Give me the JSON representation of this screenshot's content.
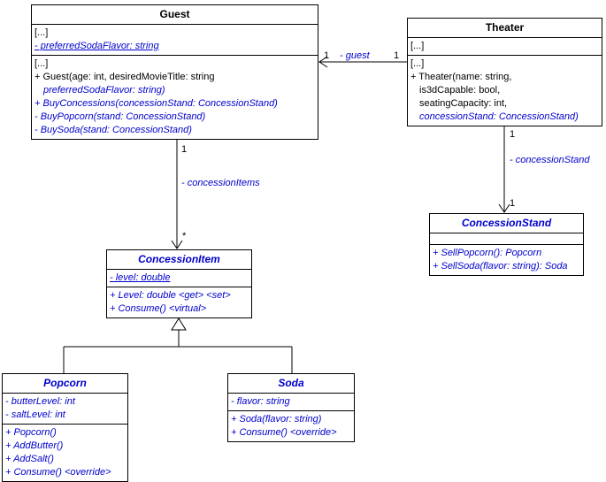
{
  "colors": {
    "accent_blue": "#0000cc",
    "box_border": "#000000",
    "box_fill": "#ffffff",
    "edge": "#000000",
    "background": "#ffffff"
  },
  "classes": {
    "guest": {
      "title": "Guest",
      "attributes": [
        "[...]",
        "- preferredSodaFlavor: string"
      ],
      "methods": [
        "[...]",
        "+ Guest(age: int, desiredMovieTitle: string",
        "preferredSodaFlavor: string)",
        "+ BuyConcessions(concessionStand: ConcessionStand)",
        "- BuyPopcorn(stand: ConcessionStand)",
        "- BuySoda(stand: ConcessionStand)"
      ]
    },
    "theater": {
      "title": "Theater",
      "attributes": [
        "[...]"
      ],
      "methods": [
        "[...]",
        "+ Theater(name: string,",
        "is3dCapable: bool,",
        "seatingCapacity: int,",
        "concessionStand: ConcessionStand)"
      ]
    },
    "concession_stand": {
      "title": "ConcessionStand",
      "attributes": [],
      "methods": [
        "+ SellPopcorn(): Popcorn",
        "+ SellSoda(flavor: string): Soda"
      ]
    },
    "concession_item": {
      "title": "ConcessionItem",
      "attributes": [
        "- level: double"
      ],
      "methods": [
        "+ Level: double <get> <set>",
        "+ Consume() <virtual>"
      ]
    },
    "popcorn": {
      "title": "Popcorn",
      "attributes": [
        "- butterLevel: int",
        "- saltLevel: int"
      ],
      "methods": [
        "+ Popcorn()",
        "+ AddButter()",
        "+ AddSalt()",
        "+ Consume() <override>"
      ]
    },
    "soda": {
      "title": "Soda",
      "attributes": [
        "- flavor: string"
      ],
      "methods": [
        "+ Soda(flavor: string)",
        "+ Consume() <override>"
      ]
    }
  },
  "relations": {
    "theater_guest": {
      "label": "- guest",
      "mult_guest": "1",
      "mult_theater": "1"
    },
    "guest_concession_item": {
      "label": "- concessionItems",
      "mult_guest": "1",
      "mult_item": "*"
    },
    "theater_concession_stand": {
      "label": "- concessionStand",
      "mult_theater": "1",
      "mult_stand": "1"
    }
  }
}
